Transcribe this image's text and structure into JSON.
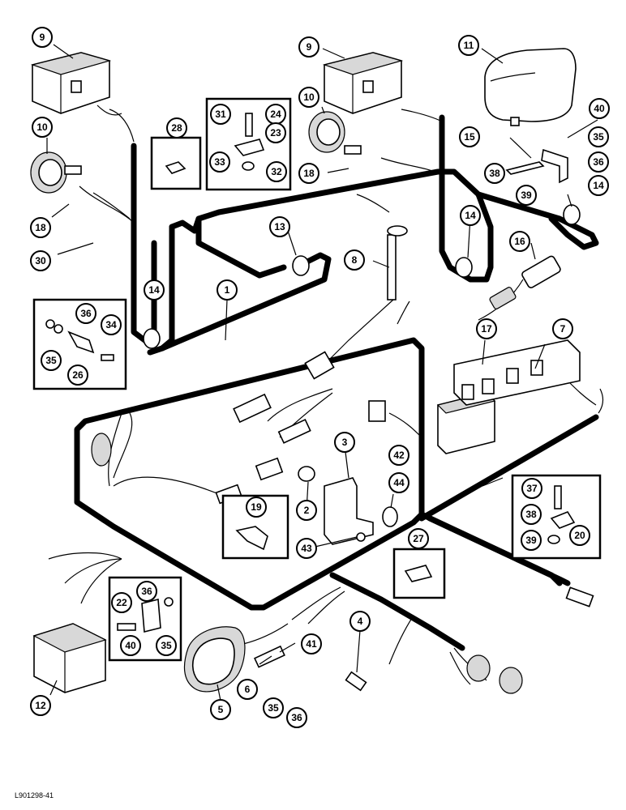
{
  "drawing_code": "L901298-41",
  "callouts": [
    {
      "id": "c9a",
      "label": "9"
    },
    {
      "id": "c9b",
      "label": "9"
    },
    {
      "id": "c11",
      "label": "11"
    },
    {
      "id": "c10a",
      "label": "10"
    },
    {
      "id": "c10b",
      "label": "10"
    },
    {
      "id": "c28",
      "label": "28"
    },
    {
      "id": "c31",
      "label": "31"
    },
    {
      "id": "c24",
      "label": "24"
    },
    {
      "id": "c23",
      "label": "23"
    },
    {
      "id": "c33",
      "label": "33"
    },
    {
      "id": "c32",
      "label": "32"
    },
    {
      "id": "c40a",
      "label": "40"
    },
    {
      "id": "c35a",
      "label": "35"
    },
    {
      "id": "c15",
      "label": "15"
    },
    {
      "id": "c36a",
      "label": "36"
    },
    {
      "id": "c38a",
      "label": "38"
    },
    {
      "id": "c39a",
      "label": "39"
    },
    {
      "id": "c14a",
      "label": "14"
    },
    {
      "id": "c18a",
      "label": "18"
    },
    {
      "id": "c18b",
      "label": "18"
    },
    {
      "id": "c30",
      "label": "30"
    },
    {
      "id": "c13",
      "label": "13"
    },
    {
      "id": "c8",
      "label": "8"
    },
    {
      "id": "c14b",
      "label": "14"
    },
    {
      "id": "c16",
      "label": "16"
    },
    {
      "id": "c14c",
      "label": "14"
    },
    {
      "id": "c1",
      "label": "1"
    },
    {
      "id": "c36b",
      "label": "36"
    },
    {
      "id": "c34",
      "label": "34"
    },
    {
      "id": "c35b",
      "label": "35"
    },
    {
      "id": "c26",
      "label": "26"
    },
    {
      "id": "c17",
      "label": "17"
    },
    {
      "id": "c7",
      "label": "7"
    },
    {
      "id": "c3",
      "label": "3"
    },
    {
      "id": "c42",
      "label": "42"
    },
    {
      "id": "c44",
      "label": "44"
    },
    {
      "id": "c2",
      "label": "2"
    },
    {
      "id": "c19",
      "label": "19"
    },
    {
      "id": "c43",
      "label": "43"
    },
    {
      "id": "c37",
      "label": "37"
    },
    {
      "id": "c38b",
      "label": "38"
    },
    {
      "id": "c39b",
      "label": "39"
    },
    {
      "id": "c20",
      "label": "20"
    },
    {
      "id": "c27",
      "label": "27"
    },
    {
      "id": "c22",
      "label": "22"
    },
    {
      "id": "c36c",
      "label": "36"
    },
    {
      "id": "c40b",
      "label": "40"
    },
    {
      "id": "c35c",
      "label": "35"
    },
    {
      "id": "c4",
      "label": "4"
    },
    {
      "id": "c41",
      "label": "41"
    },
    {
      "id": "c6",
      "label": "6"
    },
    {
      "id": "c35d",
      "label": "35"
    },
    {
      "id": "c36d",
      "label": "36"
    },
    {
      "id": "c5",
      "label": "5"
    },
    {
      "id": "c12",
      "label": "12"
    }
  ]
}
